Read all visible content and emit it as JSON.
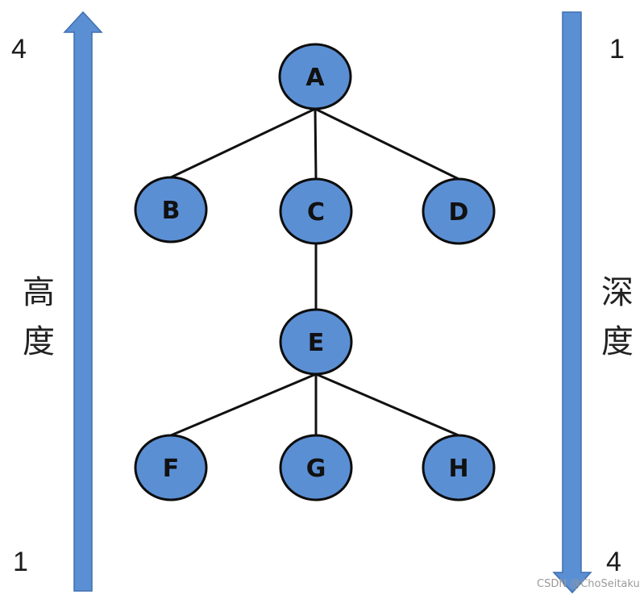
{
  "colors": {
    "node_fill": "#5b8fd4",
    "node_stroke": "#0d0d0d",
    "edge": "#111111",
    "arrow_fill": "#5b8fd4",
    "arrow_stroke": "#3e6fae"
  },
  "left_arrow": {
    "direction": "up",
    "top_value": "4",
    "bottom_value": "1",
    "label_line1": "高",
    "label_line2": "度"
  },
  "right_arrow": {
    "direction": "down",
    "top_value": "1",
    "bottom_value": "4",
    "label_line1": "深",
    "label_line2": "度"
  },
  "tree": {
    "nodes": [
      {
        "id": "A",
        "label": "A"
      },
      {
        "id": "B",
        "label": "B"
      },
      {
        "id": "C",
        "label": "C"
      },
      {
        "id": "D",
        "label": "D"
      },
      {
        "id": "E",
        "label": "E"
      },
      {
        "id": "F",
        "label": "F"
      },
      {
        "id": "G",
        "label": "G"
      },
      {
        "id": "H",
        "label": "H"
      }
    ],
    "edges": [
      [
        "A",
        "B"
      ],
      [
        "A",
        "C"
      ],
      [
        "A",
        "D"
      ],
      [
        "C",
        "E"
      ],
      [
        "E",
        "F"
      ],
      [
        "E",
        "G"
      ],
      [
        "E",
        "H"
      ]
    ]
  },
  "watermark": "CSDN @ChoSeitaku"
}
